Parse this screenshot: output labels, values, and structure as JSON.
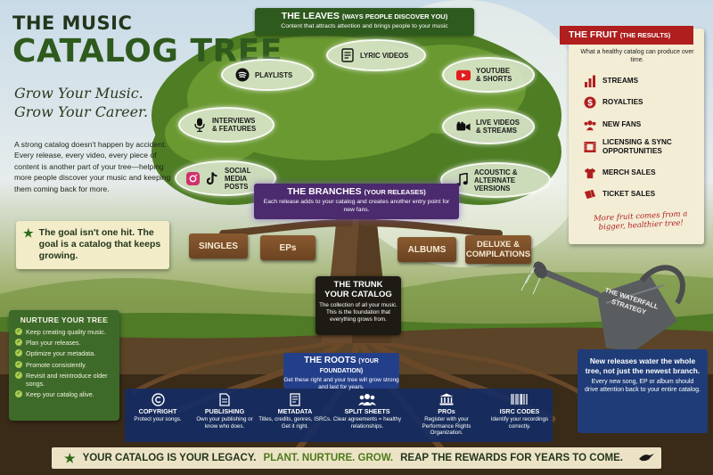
{
  "title": {
    "line1": "THE MUSIC",
    "line2": "CATALOG TREE"
  },
  "tagline": {
    "line1": "Grow Your Music.",
    "line2": "Grow Your Career."
  },
  "intro": "A strong catalog doesn't happen by accident. Every release, every video, every piece of content is another part of your tree—helping more people discover your music and keeping them coming back for more.",
  "goal": "The goal isn't one hit. The goal is a catalog that keeps growing.",
  "nurture": {
    "heading": "NURTURE YOUR TREE",
    "items": [
      "Keep creating quality music.",
      "Plan your releases.",
      "Optimize your metadata.",
      "Promote consistently.",
      "Revisit and reintroduce older songs.",
      "Keep your catalog alive."
    ]
  },
  "leaves": {
    "heading": "THE LEAVES",
    "heading_sub": "(WAYS PEOPLE DISCOVER YOU)",
    "subtitle": "Content that attracts attention and brings people to your music",
    "items": {
      "playlists": "PLAYLISTS",
      "lyric_videos": "LYRIC VIDEOS",
      "youtube_1": "YOUTUBE",
      "youtube_2": "& SHORTS",
      "interviews_1": "INTERVIEWS",
      "interviews_2": "& FEATURES",
      "live_1": "LIVE VIDEOS",
      "live_2": "& STREAMS",
      "social_1": "SOCIAL MEDIA",
      "social_2": "POSTS",
      "acoustic_1": "ACOUSTIC &",
      "acoustic_2": "ALTERNATE VERSIONS"
    }
  },
  "branches": {
    "heading": "THE BRANCHES",
    "heading_sub": "(YOUR RELEASES)",
    "subtitle": "Each release adds to your catalog and creates another entry point for new fans.",
    "signs": {
      "singles": "SINGLES",
      "eps": "EPs",
      "albums": "ALBUMS",
      "deluxe_1": "DELUXE &",
      "deluxe_2": "COMPILATIONS"
    }
  },
  "trunk": {
    "line1": "THE TRUNK",
    "line2": "YOUR CATALOG",
    "subtitle": "The collection of all your music. This is the foundation that everything grows from."
  },
  "roots": {
    "heading": "THE ROOTS",
    "heading_sub": "(YOUR FOUNDATION)",
    "subtitle": "Get these right and your tree will grow strong and last for years.",
    "items": [
      {
        "title": "COPYRIGHT",
        "desc": "Protect your songs."
      },
      {
        "title": "PUBLISHING",
        "desc": "Own your publishing or know who does."
      },
      {
        "title": "METADATA",
        "desc": "Titles, credits, genres, ISRCs. Get it right."
      },
      {
        "title": "SPLIT SHEETS",
        "desc": "Clear agreements = healthy relationships."
      },
      {
        "title": "PROs",
        "desc": "Register with your Performance Rights Organization."
      },
      {
        "title": "ISRC CODES",
        "desc": "Identify your recordings correctly."
      }
    ]
  },
  "fruit": {
    "heading": "THE FRUIT",
    "heading_sub": "(THE RESULTS)",
    "subtitle": "What a healthy catalog can produce over time.",
    "items": {
      "streams": "STREAMS",
      "royalties": "ROYALTIES",
      "new_fans": "NEW FANS",
      "licensing_1": "LICENSING & SYNC",
      "licensing_2": "OPPORTUNITIES",
      "merch": "MERCH SALES",
      "tickets": "TICKET SALES"
    },
    "note": "More fruit comes from a bigger, healthier tree!"
  },
  "can": {
    "line1": "THE WATERFALL",
    "line2": "STRATEGY"
  },
  "release_note": {
    "title": "New releases water the whole tree, not just the newest branch.",
    "desc": "Every new song, EP or album should drive attention back to your entire catalog."
  },
  "footer": {
    "part1": "YOUR CATALOG IS YOUR LEGACY.",
    "part2": "PLANT. NURTURE. GROW.",
    "part3": "REAP THE REWARDS FOR YEARS TO COME."
  },
  "colors": {
    "green_dark": "#2f5a1e",
    "purple": "#4b2a6e",
    "roots_blue": "#243f8a",
    "fruit_red": "#b01e1e",
    "cream": "#f3edd6"
  }
}
